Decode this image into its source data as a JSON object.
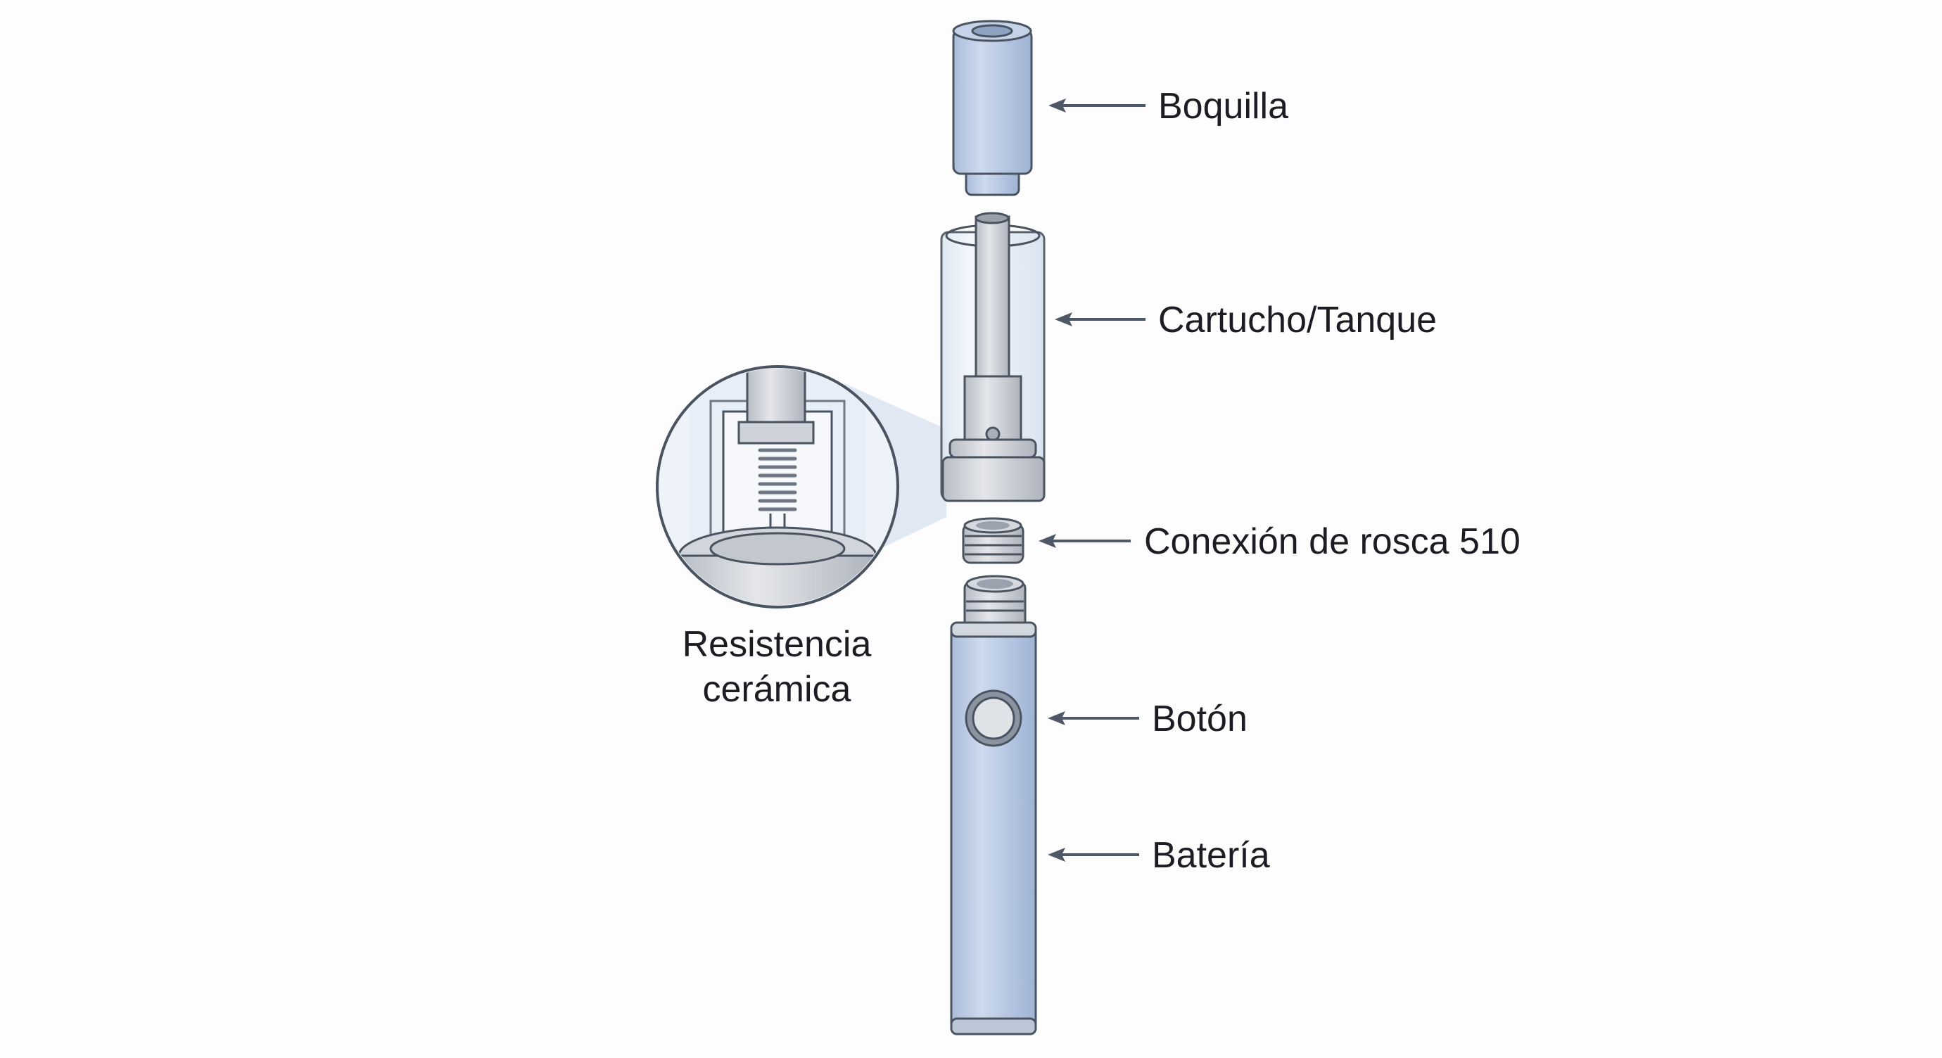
{
  "labels": {
    "mouthpiece": "Boquilla",
    "tank": "Cartucho/Tanque",
    "connector": "Conexión de rosca 510",
    "button": "Botón",
    "battery": "Batería",
    "coil_line1": "Resistencia",
    "coil_line2": "cerámica"
  },
  "colors": {
    "body_blue": "#b7c8e2",
    "metal_gray": "#c9ccd2",
    "glass": "#eaf2fa",
    "arrow": "#4f5866",
    "text": "#1c1d22"
  }
}
